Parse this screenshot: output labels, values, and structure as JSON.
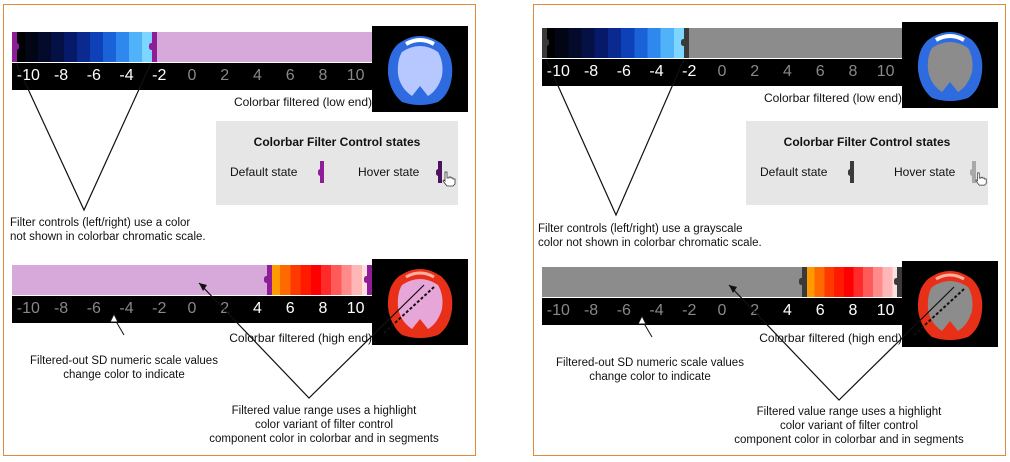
{
  "tick_labels": [
    "-10",
    "-8",
    "-6",
    "-4",
    "-2",
    "0",
    "2",
    "4",
    "6",
    "8",
    "10"
  ],
  "panels": [
    {
      "variant": "color",
      "colors": {
        "background": "#d7a8da",
        "handle": "#8e1d97",
        "handle_hover": "#4d1260",
        "faded_text": "#888888",
        "bright_text": "#ffffff"
      },
      "low_caption": "Colorbar filtered (low end)",
      "high_caption": "Colorbar filtered (high end)",
      "legend": {
        "title": "Colorbar Filter Control states",
        "default_label": "Default state",
        "hover_label": "Hover state"
      },
      "note_filter": [
        "Filter controls (left/right) use a color",
        "not shown in colorbar chromatic scale."
      ],
      "note_sd": [
        "Filtered-out SD numeric scale values",
        "change color to indicate"
      ],
      "note_range": [
        "Filtered value range uses a highlight",
        "color variant of filter control",
        "component color in colorbar and in segments"
      ]
    },
    {
      "variant": "grayscale",
      "colors": {
        "background": "#8c8c8c",
        "handle": "#3a3a3a",
        "handle_hover": "#a8a8a8",
        "faded_text": "#888888",
        "bright_text": "#ffffff"
      },
      "low_caption": "Colorbar filtered (low end)",
      "high_caption": "Colorbar filtered (high end)",
      "legend": {
        "title": "Colorbar Filter Control states",
        "default_label": "Default state",
        "hover_label": "Hover state"
      },
      "note_filter": [
        "Filter controls (left/right) use a grayscale",
        "color not shown in colorbar chromatic scale."
      ],
      "note_sd": [
        "Filtered-out SD numeric scale values",
        "change color to indicate"
      ],
      "note_range": [
        "Filtered value range uses a highlight",
        "color variant of filter control",
        "component color in colorbar and in segments"
      ]
    }
  ],
  "palette": {
    "blue_range": [
      "#000000",
      "#020514",
      "#030a2a",
      "#051045",
      "#071a6a",
      "#0a2a90",
      "#0e40b8",
      "#1a62d8",
      "#2e88ee",
      "#50b2f8",
      "#7dd6ff"
    ],
    "red_range": [
      "#ff9a00",
      "#ff6a00",
      "#ff3a00",
      "#ff1a00",
      "#ff0000",
      "#ff2a2a",
      "#ff5a5a",
      "#ff8a8a",
      "#ffb6b6",
      "#ffe0e0"
    ],
    "brain_blue": "#2f6be0",
    "brain_pale_blue": "#b6c8ff",
    "brain_red": "#e83018",
    "brain_pink_fill": "#e7a6d8",
    "brain_gray_fill": "#8c8c8c",
    "brain_highlight": "#ffffff"
  }
}
